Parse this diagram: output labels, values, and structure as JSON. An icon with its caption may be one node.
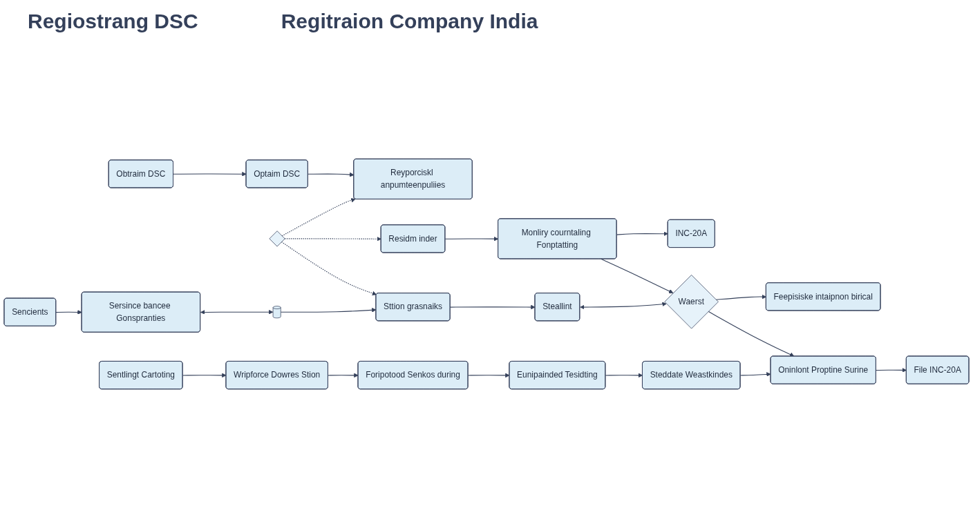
{
  "diagram": {
    "title": "Regiostrang DSC",
    "nodes": [
      {
        "text": [
          "Obtraim DSC"
        ]
      },
      {
        "text": [
          "Optaim DSC"
        ]
      },
      {
        "text": [
          "Reyporciskl anpumteenpuliies"
        ]
      },
      {
        "text": [],
        "shape": "diamond"
      },
      {
        "text": [
          "Residm inder"
        ]
      },
      {
        "text": [
          "Monliry courntaling Fonptatting"
        ]
      },
      {
        "text": [
          "INC-20A"
        ]
      },
      {
        "text": [
          "Sencients"
        ]
      },
      {
        "text": [
          "Sersince bancee Gonspranties"
        ]
      },
      {
        "text": [],
        "shape": "picture"
      },
      {
        "text": [
          "Sttion grasnaiks"
        ]
      },
      {
        "text": [
          "Steallint"
        ]
      },
      {
        "text": [
          "Waerst"
        ]
      },
      {
        "text": [
          "Feepisiske intaipnon birical"
        ]
      },
      {
        "text": [
          "Sentlingt Cartoting"
        ]
      },
      {
        "text": [
          "Wripforce Dowres Stion"
        ]
      },
      {
        "text": [
          "Foripotood Senkos during"
        ]
      },
      {
        "text": [
          "Eunipainded Tesidting"
        ]
      },
      {
        "text": [
          "Steddate Weastkindes"
        ]
      },
      {
        "text": [
          "Oninlont Proptine Surine"
        ]
      },
      {
        "text": [
          "File INC-20A"
        ]
      }
    ],
    "edges": [
      {
        "from": 0,
        "to": 1,
        "arrow": "to"
      },
      {
        "from": 1,
        "to": 2,
        "arrow": "to"
      },
      {
        "from": 3,
        "to": 2,
        "arrow": "to",
        "style": "dashed"
      },
      {
        "from": 3,
        "to": 4,
        "arrow": "to",
        "style": "dashed"
      },
      {
        "from": 3,
        "to": 10,
        "arrow": "to",
        "style": "dashed"
      },
      {
        "from": 4,
        "to": 5,
        "arrow": "to"
      },
      {
        "from": 5,
        "to": 6,
        "arrow": "to"
      },
      {
        "from": 5,
        "to": 12,
        "arrow": "to"
      },
      {
        "from": 7,
        "to": 8,
        "arrow": "to"
      },
      {
        "from": 8,
        "to": 9,
        "arrow": "both"
      },
      {
        "from": 9,
        "to": 10,
        "arrow": "to"
      },
      {
        "from": 10,
        "to": 11,
        "arrow": "to"
      },
      {
        "from": 11,
        "to": 12,
        "arrow": "both"
      },
      {
        "from": 12,
        "to": 13,
        "arrow": "to"
      },
      {
        "from": 12,
        "to": 19,
        "arrow": "to"
      },
      {
        "from": 14,
        "to": 15,
        "arrow": "to"
      },
      {
        "from": 15,
        "to": 16,
        "arrow": "to"
      },
      {
        "from": 16,
        "to": 17,
        "arrow": "to"
      },
      {
        "from": 17,
        "to": 18,
        "arrow": "to"
      },
      {
        "from": 18,
        "to": 19,
        "arrow": "to"
      },
      {
        "from": 19,
        "to": 20,
        "arrow": "to"
      }
    ],
    "labels": [
      "Regitraion Company India"
    ]
  }
}
